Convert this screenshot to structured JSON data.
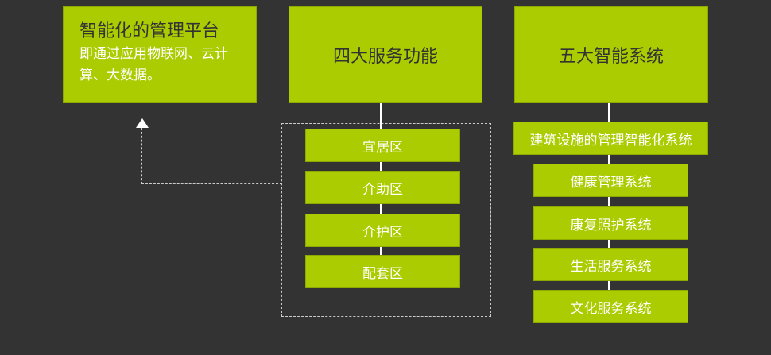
{
  "platform": {
    "title": "智能化的管理平台",
    "description": "即通过应用物联网、云计算、大数据。"
  },
  "services": {
    "title": "四大服务功能",
    "items": [
      "宜居区",
      "介助区",
      "介护区",
      "配套区"
    ]
  },
  "systems": {
    "title": "五大智能系统",
    "items": [
      "建筑设施的管理智能化系统",
      "健康管理系统",
      "康复照护系统",
      "生活服务系统",
      "文化服务系统"
    ]
  },
  "colors": {
    "background": "#333333",
    "box": "#aacc00",
    "line": "#ffffff"
  }
}
